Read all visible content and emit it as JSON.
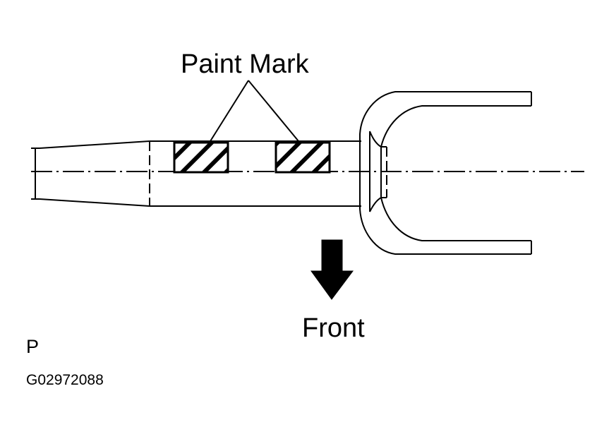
{
  "labels": {
    "paint_mark": "Paint Mark",
    "front": "Front",
    "view_code": "P",
    "figure_id": "G02972088"
  },
  "colors": {
    "line": "#000000",
    "background": "#ffffff"
  }
}
